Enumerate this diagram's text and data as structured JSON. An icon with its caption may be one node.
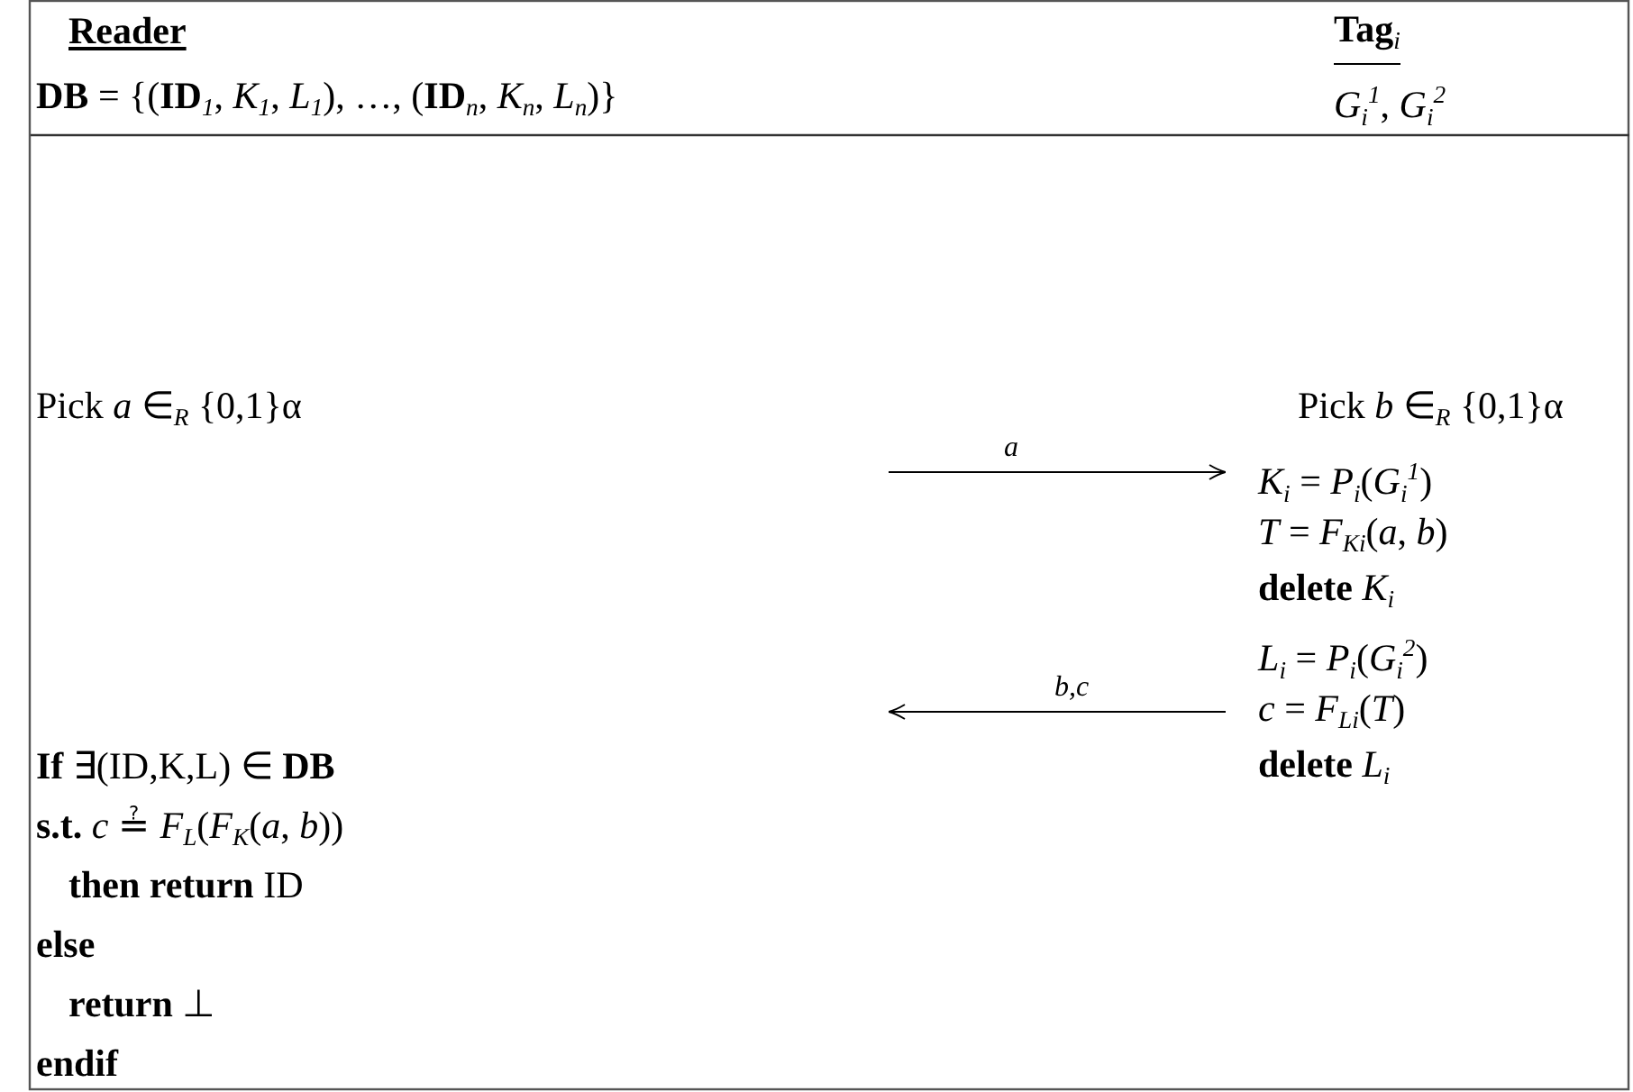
{
  "diagram": {
    "nodes": [
      {
        "text": [
          "Reader",
          "**DB** = {(**ID**$_{1}$, *K*$_{1}$, *L*$_{1}$), …, (**ID**$_{n}$, *K*$_{n}$, *L*$_{n}$)}",
          "Pick *a* ∈$_{R}$ {0,1}α",
          "**If** ∃(ID,K,L)  ∈ **DB**",
          "**s.t.** *c* ≟ *F*$_{L}$(*F*$_{K}$(*a*, *b*))",
          "**then return**  ID",
          "else",
          "**return**  ⊥",
          "endif"
        ]
      },
      {
        "text": [
          "**Tag**$_{i}$",
          "*G*$_{i}$$^{1}$, *G*$_{i}$$^{2}$",
          "Pick *b* ∈$_{R}$ {0,1}α",
          "*K*$_{i}$ = *P*$_{i}$(*G*$_{i}$$^{1}$)",
          "*T* = *F*$_{Ki}$(*a*, *b*)",
          "**delete** *K*$_{i}$",
          "*L*$_{i}$ = *P*$_{i}$(*G*$_{i}$$^{2}$)",
          "*c* = *F*$_{Li}$(*T*)",
          "**delete** *L*$_{i}$"
        ]
      }
    ],
    "edges": [
      {
        "from": null,
        "to": 1,
        "arrow": "to",
        "label": "a"
      },
      {
        "from": 1,
        "to": null,
        "arrow": "to",
        "label": "b,c"
      }
    ]
  }
}
